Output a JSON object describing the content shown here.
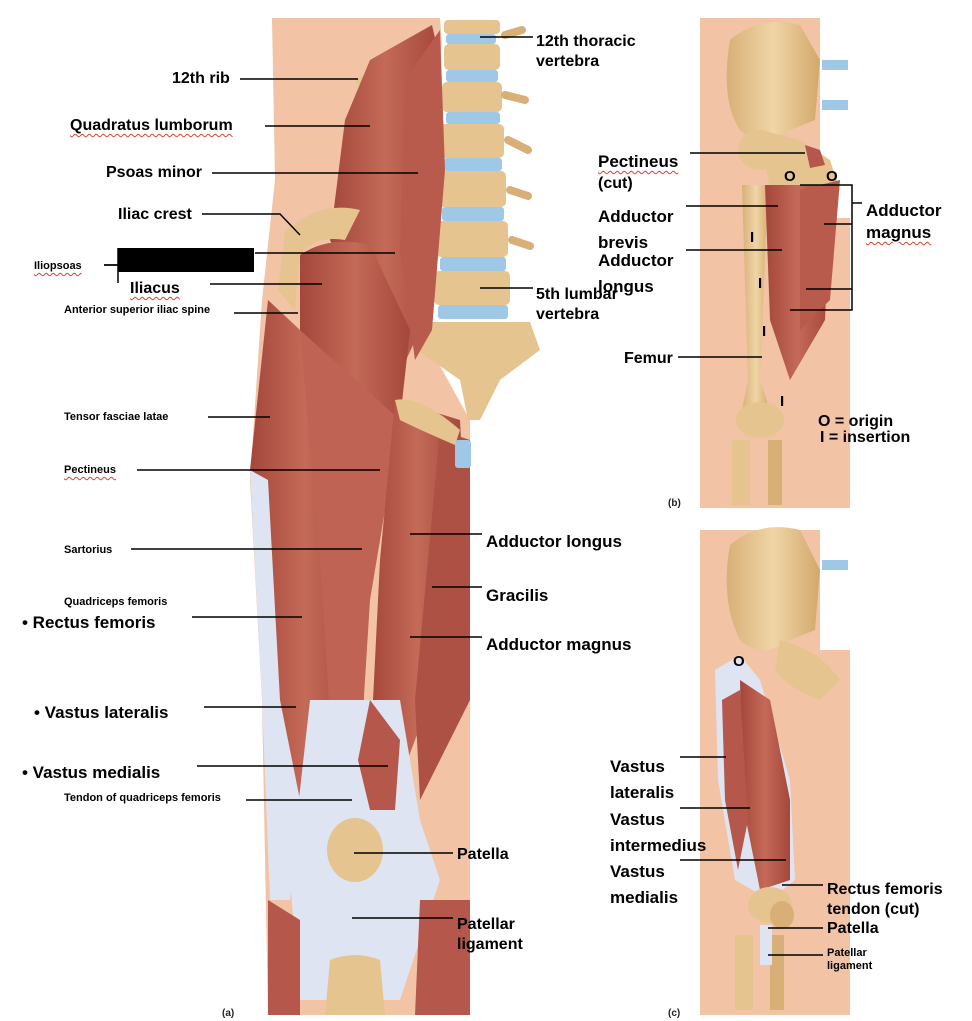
{
  "labels": {
    "rib12": "12th rib",
    "quadratus": "Quadratus lumborum",
    "psoas_minor": "Psoas minor",
    "iliac_crest": "Iliac crest",
    "iliopsoas": "Iliopsoas",
    "iliacus": "Iliacus",
    "asis": "Anterior superior iliac spine",
    "tfl": "Tensor fasciae latae",
    "pectineus_a": "Pectineus",
    "sartorius": "Sartorius",
    "quadriceps": "Quadriceps femoris",
    "rectus": "• Rectus femoris",
    "vastus_lat_a": "• Vastus lateralis",
    "vastus_med_a": "• Vastus medialis",
    "tendon_quad": "Tendon of quadriceps femoris",
    "t12_line1": "12th thoracic",
    "t12_line2": "vertebra",
    "l5_line1": "5th lumbar",
    "l5_line2": "vertebra",
    "add_longus_a": "Adductor longus",
    "gracilis": "Gracilis",
    "add_magnus_a": "Adductor magnus",
    "patella_a": "Patella",
    "pat_lig_a1": "Patellar",
    "pat_lig_a2": "ligament",
    "panel_a": "(a)",
    "pectineus_b1": "Pectineus",
    "pectineus_b2": "(cut)",
    "add_brevis1": "Adductor",
    "add_brevis2": "brevis",
    "add_longus_b1": "Adductor",
    "add_longus_b2": "longus",
    "femur": "Femur",
    "add_magnus_b1": "Adductor",
    "add_magnus_b2": "magnus",
    "origin_key": "O = origin",
    "insertion_key": "I  = insertion",
    "o_mark1": "O",
    "o_mark2": "O",
    "i_mark1": "I",
    "i_mark2": "I",
    "i_mark3": "I",
    "i_mark4": "I",
    "panel_b": "(b)",
    "o_mark_c": "O",
    "vl_c1": "Vastus",
    "vl_c2": "lateralis",
    "vi_c1": "Vastus",
    "vi_c2": "intermedius",
    "vm_c1": "Vastus",
    "vm_c2": "medialis",
    "rf_tendon1": "Rectus femoris",
    "rf_tendon2": "tendon (cut)",
    "patella_c": "Patella",
    "pat_lig_c1": "Patellar",
    "pat_lig_c2": "ligament",
    "panel_c": "(c)"
  },
  "colors": {
    "muscle": "#b5574a",
    "muscle_light": "#c97a66",
    "bone": "#e6c48f",
    "bone_dark": "#c79c5e",
    "disc": "#9fc7e6",
    "skin": "#f2c3a5",
    "tendon": "#dfe4f2",
    "redaction": "#000000"
  }
}
